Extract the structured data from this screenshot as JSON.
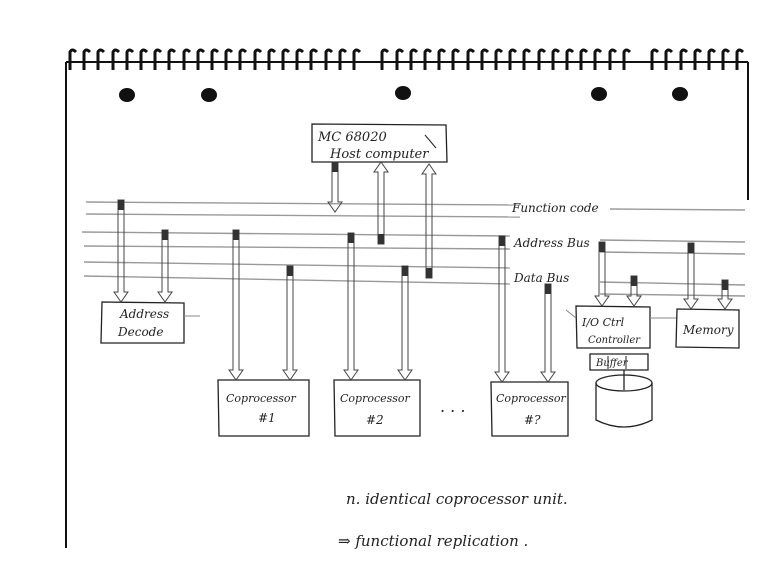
{
  "host": {
    "line1": "MC 68020",
    "line2": "Host computer"
  },
  "bus_labels": {
    "function_code": "Function code",
    "address_bus": "Address Bus",
    "data_bus": "Data Bus"
  },
  "address_decode": {
    "line1": "Address",
    "line2": "Decode"
  },
  "coprocessors": [
    {
      "line1": "Coprocessor",
      "line2": "#1"
    },
    {
      "line1": "Coprocessor",
      "line2": "#2"
    },
    {
      "line1": "Coprocessor",
      "line2": "#?"
    }
  ],
  "ellipsis": ". . .",
  "io_controller": {
    "line1": "I/O Ctrl",
    "line2": "Controller"
  },
  "buffer": "Buffer",
  "memory": "Memory",
  "notes": {
    "line1": "n. identical coprocessor unit.",
    "line2": "⇒ functional replication ."
  }
}
